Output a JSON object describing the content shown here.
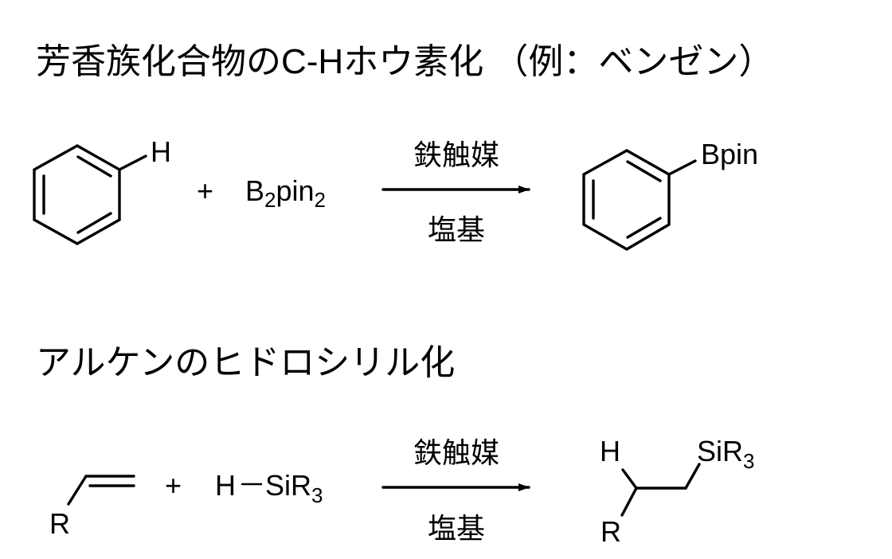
{
  "section1": {
    "title": "芳香族化合物のC-Hホウ素化 （例：ベンゼン）",
    "reactant_h": "H",
    "plus": "+",
    "reagent_main": "B",
    "reagent_sub1": "2",
    "reagent_mid": "pin",
    "reagent_sub2": "2",
    "catalyst": "鉄触媒",
    "base": "塩基",
    "product_group": "Bpin"
  },
  "section2": {
    "title": "アルケンのヒドロシリル化",
    "reactant_r": "R",
    "plus": "+",
    "silane_h": "H",
    "silane_main": "SiR",
    "silane_sub": "3",
    "catalyst": "鉄触媒",
    "base": "塩基",
    "product_h": "H",
    "product_si_main": "SiR",
    "product_si_sub": "3",
    "product_r": "R"
  }
}
